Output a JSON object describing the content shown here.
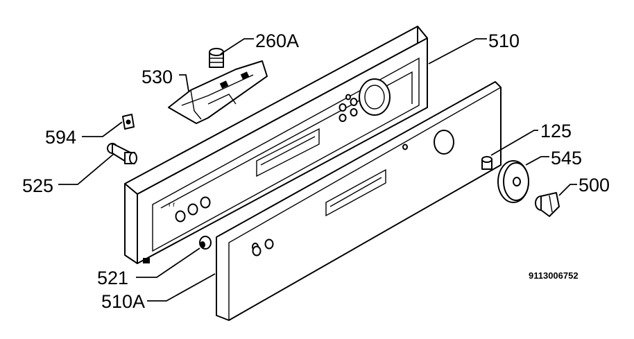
{
  "diagram": {
    "document_number": "9113006752",
    "callouts": [
      {
        "id": "260a",
        "label": "260A"
      },
      {
        "id": "510",
        "label": "510"
      },
      {
        "id": "530",
        "label": "530"
      },
      {
        "id": "594",
        "label": "594"
      },
      {
        "id": "525",
        "label": "525"
      },
      {
        "id": "125",
        "label": "125"
      },
      {
        "id": "545",
        "label": "545"
      },
      {
        "id": "500",
        "label": "500"
      },
      {
        "id": "521",
        "label": "521"
      },
      {
        "id": "510a",
        "label": "510A"
      }
    ]
  }
}
